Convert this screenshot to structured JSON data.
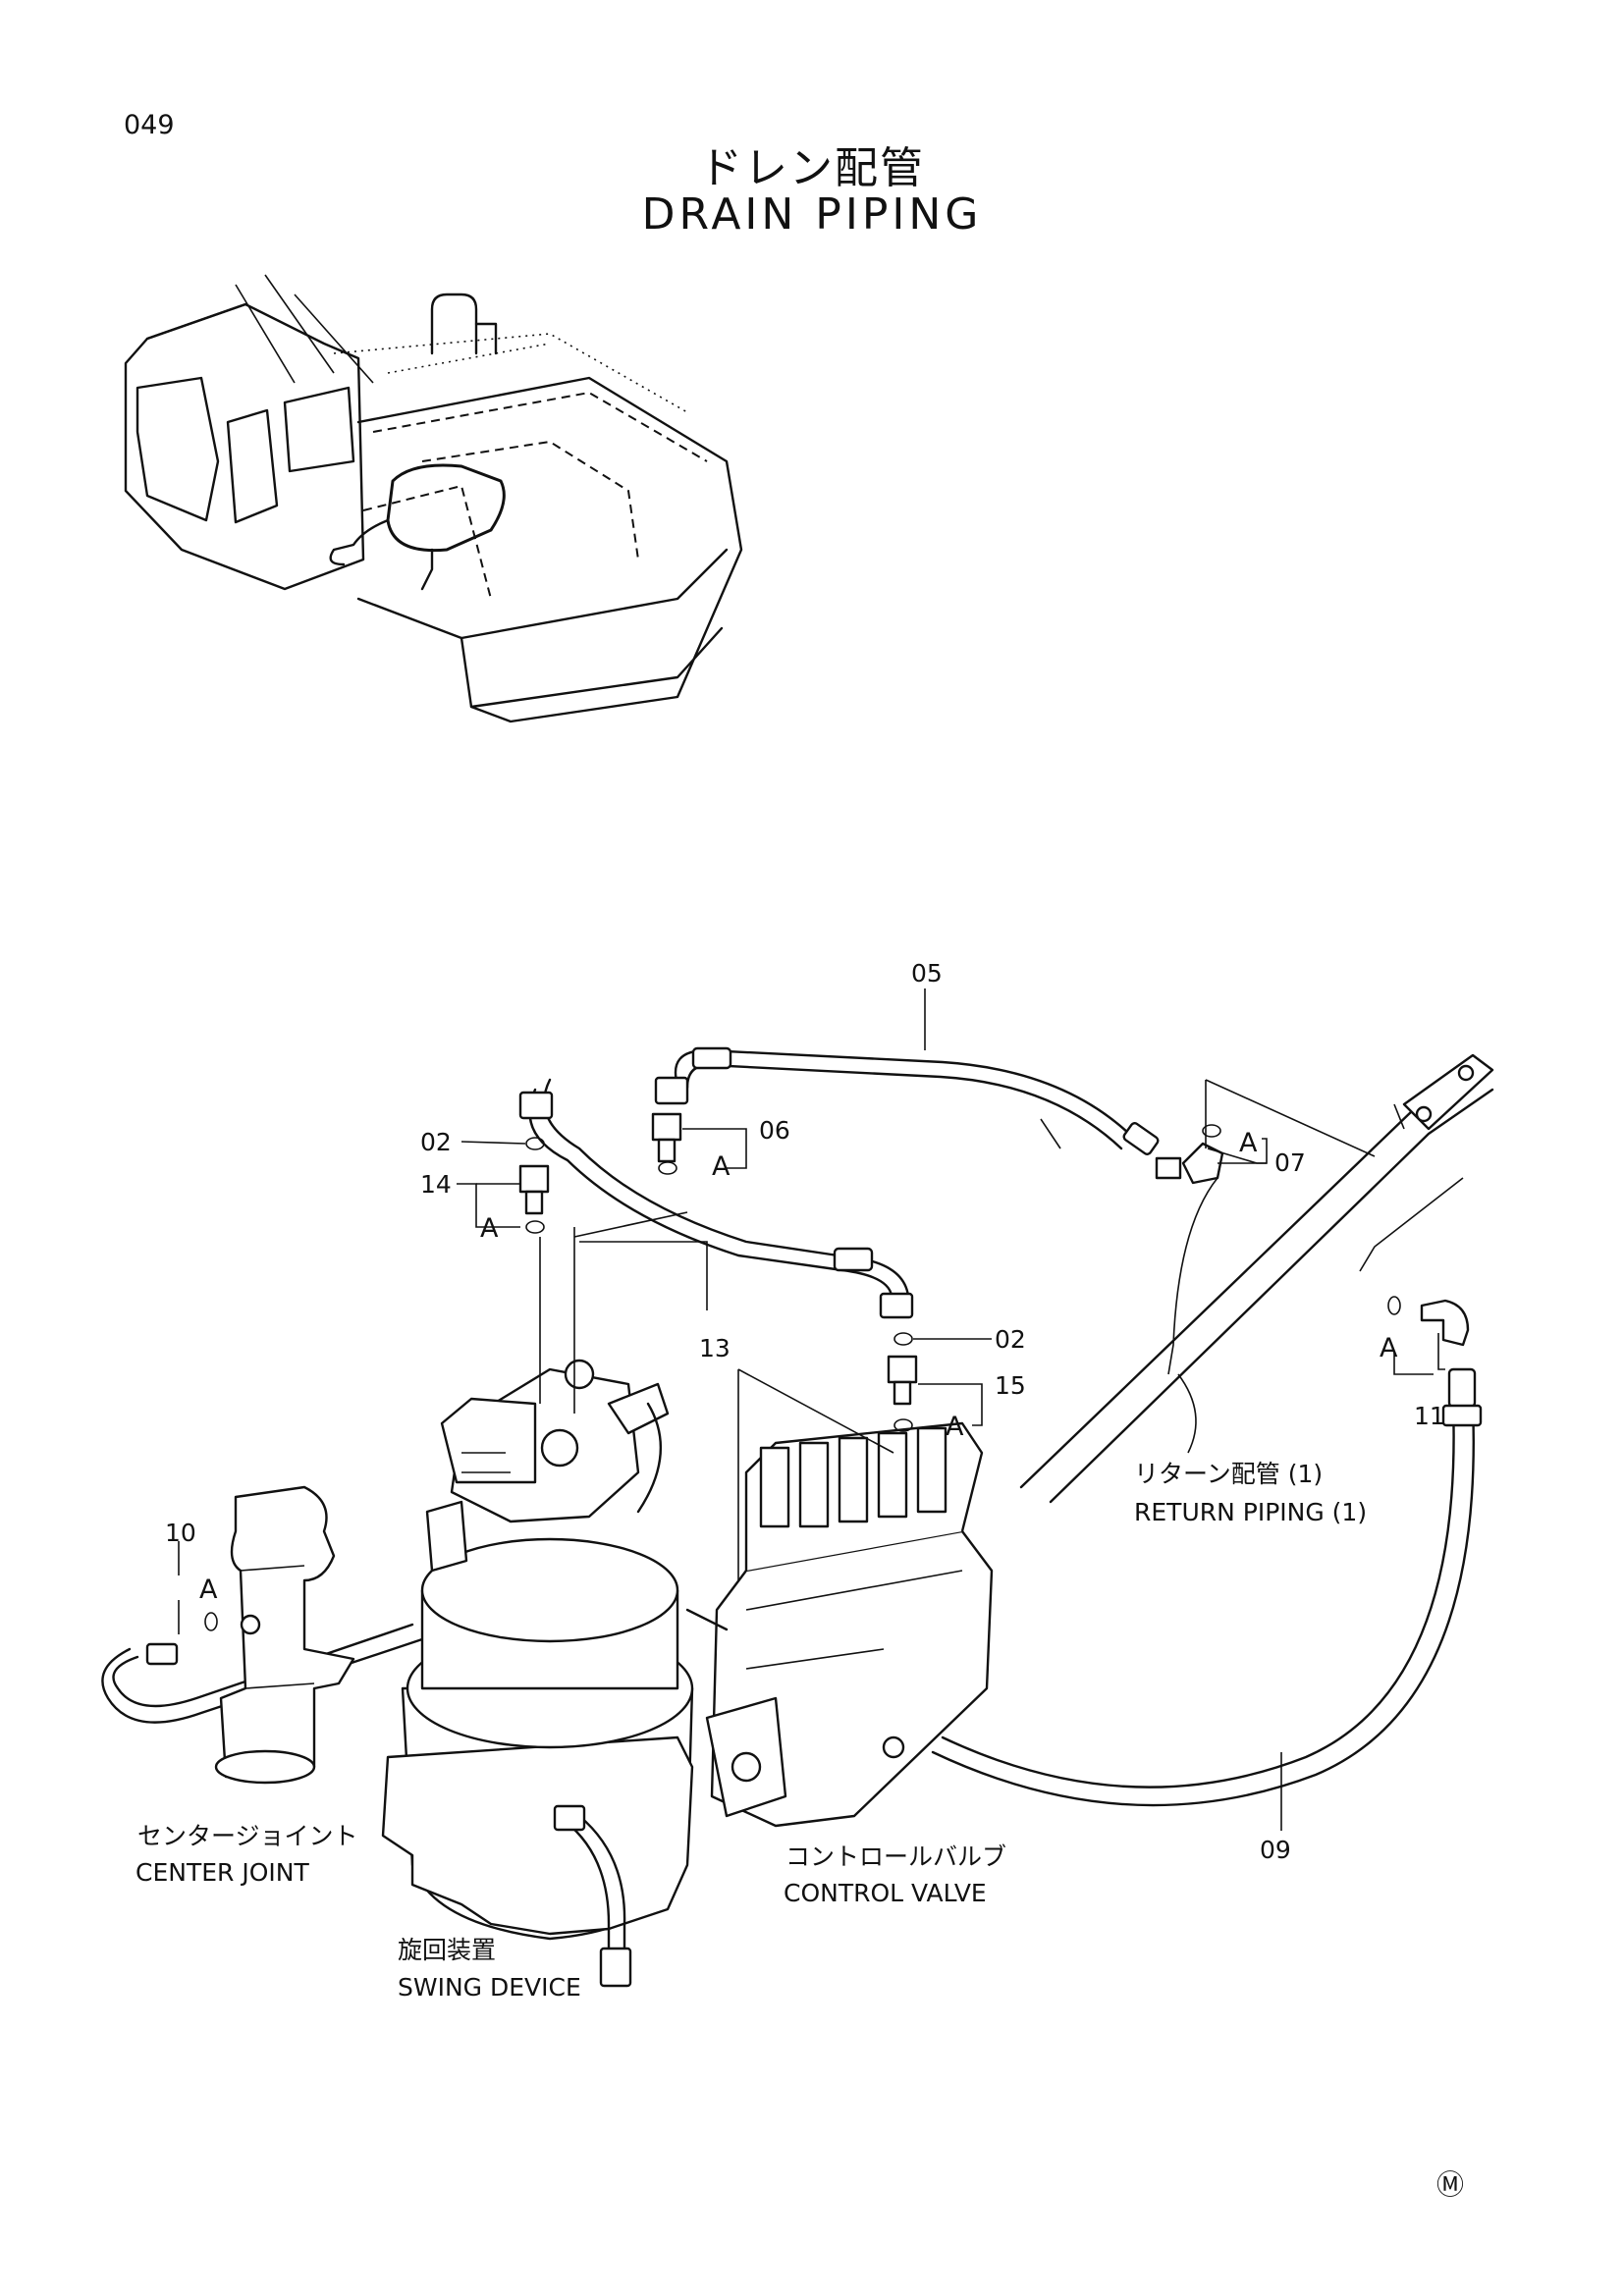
{
  "header": {
    "page_number": "049",
    "title_jp": "ドレン配管",
    "title_en": "DRAIN PIPING"
  },
  "labels": {
    "return_piping_jp": "リターン配管 (1)",
    "return_piping_en": "RETURN PIPING (1)",
    "center_joint_jp": "センタージョイント",
    "center_joint_en": "CENTER JOINT",
    "control_valve_jp": "コントロールバルブ",
    "control_valve_en": "CONTROL VALVE",
    "swing_device_jp": "旋回装置",
    "swing_device_en": "SWING DEVICE"
  },
  "part_numbers": {
    "p05": "05",
    "p06": "06",
    "p07": "07",
    "p02a": "02",
    "p02b": "02",
    "p14": "14",
    "p13": "13",
    "p15": "15",
    "p11": "11",
    "p10": "10",
    "p09": "09"
  },
  "ref_marks": {
    "a1": "A",
    "a2": "A",
    "a3": "A",
    "a4": "A",
    "a5": "A",
    "a6": "A"
  },
  "footer": {
    "mark": "Ⓜ"
  }
}
